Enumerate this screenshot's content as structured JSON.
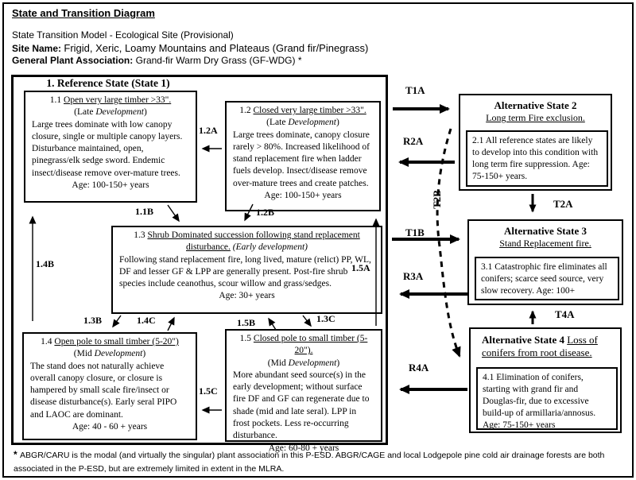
{
  "header": {
    "title": "State and Transition Diagram",
    "model_line": "State Transition Model - Ecological Site (Provisional)",
    "site_name_label": "Site Name:",
    "site_name_value": "Frigid, Xeric, Loamy Mountains and Plateaus (Grand fir/Pinegrass)",
    "plant_assoc_label": "General Plant Association:",
    "plant_assoc_value": "Grand-fir Warm Dry Grass (GF-WDG) *"
  },
  "reference_state": {
    "title": "1. Reference State (State 1)",
    "phases": {
      "p11": {
        "number": "1.1 ",
        "title": "Open very large timber >33\".",
        "stage_pre": "(Late ",
        "stage_italic": "Development",
        "stage_post": ")",
        "body": "Large trees dominate with low canopy closure, single or multiple canopy layers. Disturbance maintained, open, pinegrass/elk sedge sword.  Endemic insect/disease remove over-mature trees.",
        "age": "Age: 100-150+ years"
      },
      "p12": {
        "number": "1.2 ",
        "title": "Closed very large timber >33\".",
        "stage_pre": "(Late ",
        "stage_italic": "Development",
        "stage_post": ")",
        "body": "Large trees dominate, canopy closure rarely > 80%.  Increased likelihood of stand replacement fire when ladder fuels develop.  Insect/disease remove over-mature trees and create patches.",
        "age": "Age: 100-150+ years"
      },
      "p13": {
        "number": "1.3 ",
        "title": "Shrub Dominated succession following stand replacement disturbance.",
        "stage_italic": " (Early development)",
        "body": "Following stand replacement fire, long lived, mature (relict) PP, WL, DF and lesser GF & LPP are generally present. Post-fire shrub species include ceanothus, scour willow and grass/sedges.",
        "age": "Age: 30+ years"
      },
      "p14": {
        "number": "1.4 ",
        "title": "Open pole to small timber (5-20\")",
        "stage_pre": "(Mid ",
        "stage_italic": "Development",
        "stage_post": ")",
        "body": "The stand does not naturally achieve overall canopy closure, or closure is hampered by small scale fire/insect or disease disturbance(s).  Early seral PIPO and LAOC are dominant.",
        "age": "Age: 40 - 60 + years"
      },
      "p15": {
        "number": "1.5 ",
        "title": "Closed pole to small timber (5-20\").",
        "stage_pre": "(Mid ",
        "stage_italic": "Development",
        "stage_post": ")",
        "body": "More abundant seed source(s) in the early development; without surface fire DF and GF can regenerate due to shade (mid and late seral). LPP in frost pockets. Less re-occurring disturbance.",
        "age": "Age: 60-80 + years"
      }
    }
  },
  "alt_states": {
    "s2": {
      "title": "Alternative State 2",
      "subtitle": "Long term Fire exclusion.",
      "body": "2.1 All reference states are likely to develop into this condition with long term fire suppression. Age: 75-150+ years."
    },
    "s3": {
      "title": "Alternative State 3",
      "subtitle": "Stand Replacement fire.",
      "body": "3.1 Catastrophic fire eliminates all conifers; scarce seed source, very slow recovery. Age: 100+"
    },
    "s4": {
      "title": "Alternative State 4 ",
      "subtitle": "Loss of conifers from root disease.",
      "body": "4.1 Elimination of conifers, starting with grand fir and Douglas-fir, due to excessive build-up of armillaria/annosus. Age: 75-150+ years"
    }
  },
  "transitions": {
    "t1a": "T1A",
    "r2a": "R2A",
    "t2b": "T2B",
    "t1b": "T1B",
    "r3a": "R3A",
    "t2a": "T2A",
    "t4a": "T4A",
    "r4a": "R4A",
    "i12a": "1.2A",
    "i11b": "1.1B",
    "i12b": "1.2B",
    "i14b": "1.4B",
    "i15a": "1.5A",
    "i13b": "1.3B",
    "i14c": "1.4C",
    "i15b": "1.5B",
    "i13c": "1.3C",
    "i15c": "1.5C"
  },
  "footnote": {
    "marker": "* ",
    "text": "ABGR/CARU is the modal (and virtually the singular) plant association in this P-ESD. ABGR/CAGE and local Lodgepole pine cold air drainage forests are both associated in the P-ESD, but are extremely limited in extent in the MLRA."
  }
}
